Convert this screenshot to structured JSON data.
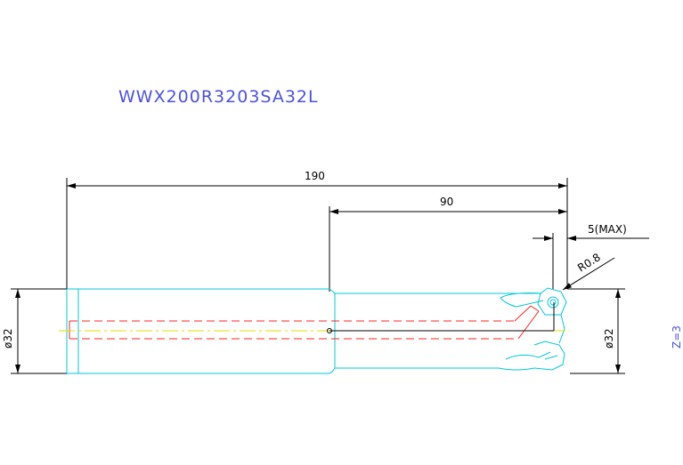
{
  "title": "WWX200R3203SA32L",
  "dimensions": {
    "overall_length": "190",
    "head_length": "90",
    "max_depth": "5(MAX)",
    "radius": "R0.8",
    "shank_diameter": "ø32",
    "cutting_diameter": "ø32",
    "teeth": "Z=3"
  },
  "colors": {
    "outline": "#00c8d8",
    "dimension": "#000000",
    "coolant": "#ff2020",
    "centerline": "#e0e000",
    "title": "#4b52e0",
    "teeth_label": "#4b52e0"
  }
}
